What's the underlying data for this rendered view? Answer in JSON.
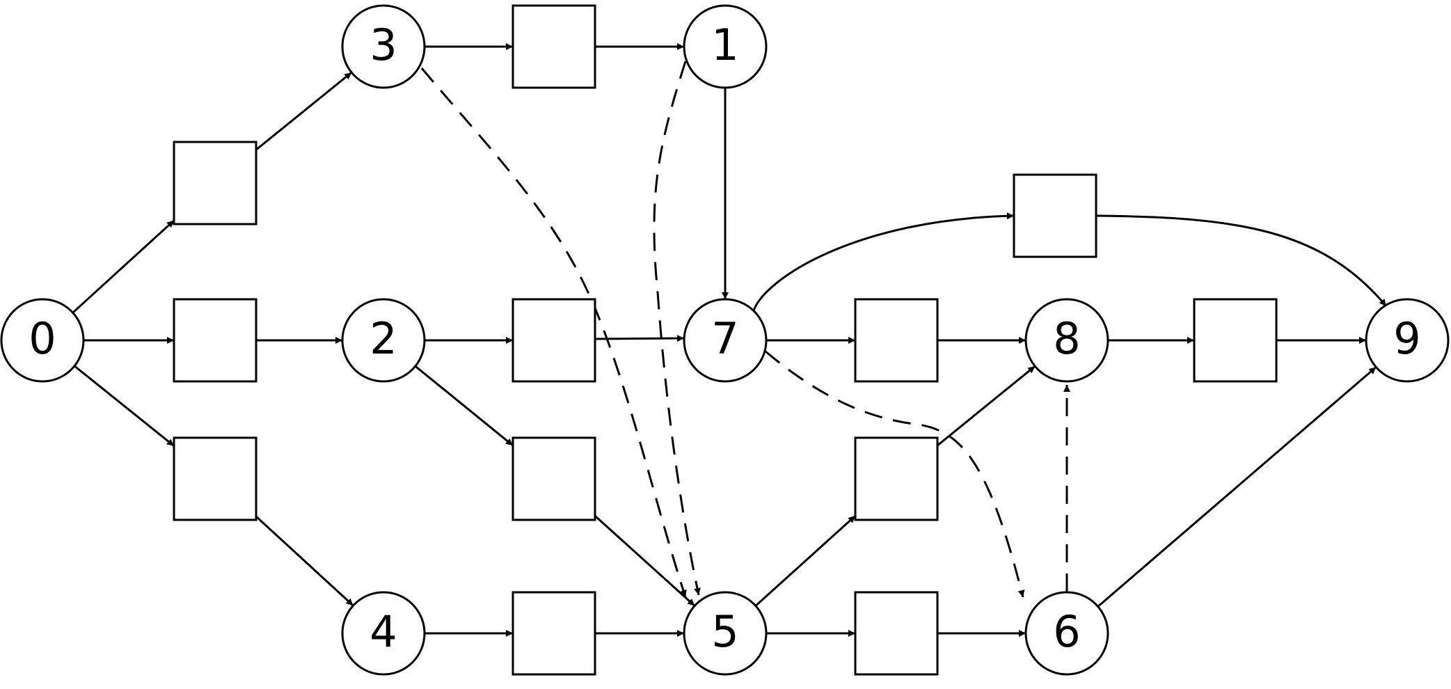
{
  "diagram": {
    "nodes": [
      {
        "id": "n0",
        "label": "0"
      },
      {
        "id": "n1",
        "label": "1"
      },
      {
        "id": "n2",
        "label": "2"
      },
      {
        "id": "n3",
        "label": "3"
      },
      {
        "id": "n4",
        "label": "4"
      },
      {
        "id": "n5",
        "label": "5"
      },
      {
        "id": "n6",
        "label": "6"
      },
      {
        "id": "n7",
        "label": "7"
      },
      {
        "id": "n8",
        "label": "8"
      },
      {
        "id": "n9",
        "label": "9"
      }
    ],
    "boxes": [
      {
        "id": "b03"
      },
      {
        "id": "b02"
      },
      {
        "id": "b04"
      },
      {
        "id": "b31"
      },
      {
        "id": "b27"
      },
      {
        "id": "b25"
      },
      {
        "id": "b45"
      },
      {
        "id": "b79"
      },
      {
        "id": "b78"
      },
      {
        "id": "b58"
      },
      {
        "id": "b56"
      },
      {
        "id": "b89"
      }
    ],
    "edges": [
      {
        "from": "n0",
        "to": "b03",
        "style": "solid"
      },
      {
        "from": "b03",
        "to": "n3",
        "style": "solid"
      },
      {
        "from": "n0",
        "to": "b02",
        "style": "solid"
      },
      {
        "from": "b02",
        "to": "n2",
        "style": "solid"
      },
      {
        "from": "n0",
        "to": "b04",
        "style": "solid"
      },
      {
        "from": "b04",
        "to": "n4",
        "style": "solid"
      },
      {
        "from": "n3",
        "to": "b31",
        "style": "solid"
      },
      {
        "from": "b31",
        "to": "n1",
        "style": "solid"
      },
      {
        "from": "n1",
        "to": "n7",
        "style": "solid"
      },
      {
        "from": "n2",
        "to": "b27",
        "style": "solid"
      },
      {
        "from": "b27",
        "to": "n7",
        "style": "solid"
      },
      {
        "from": "n2",
        "to": "b25",
        "style": "solid"
      },
      {
        "from": "b25",
        "to": "n5",
        "style": "solid"
      },
      {
        "from": "n4",
        "to": "b45",
        "style": "solid"
      },
      {
        "from": "b45",
        "to": "n5",
        "style": "solid"
      },
      {
        "from": "n7",
        "to": "b79",
        "style": "solid"
      },
      {
        "from": "b79",
        "to": "n9",
        "style": "solid"
      },
      {
        "from": "n7",
        "to": "b78",
        "style": "solid"
      },
      {
        "from": "b78",
        "to": "n8",
        "style": "solid"
      },
      {
        "from": "n5",
        "to": "b58",
        "style": "solid"
      },
      {
        "from": "b58",
        "to": "n8",
        "style": "solid"
      },
      {
        "from": "n5",
        "to": "b56",
        "style": "solid"
      },
      {
        "from": "b56",
        "to": "n6",
        "style": "solid"
      },
      {
        "from": "n8",
        "to": "b89",
        "style": "solid"
      },
      {
        "from": "b89",
        "to": "n9",
        "style": "solid"
      },
      {
        "from": "n6",
        "to": "n9",
        "style": "solid"
      },
      {
        "from": "n3",
        "to": "n5",
        "style": "dashed"
      },
      {
        "from": "n1",
        "to": "n5",
        "style": "dashed"
      },
      {
        "from": "n7",
        "to": "n6",
        "style": "dashed"
      },
      {
        "from": "n6",
        "to": "n8",
        "style": "dashed"
      }
    ]
  }
}
